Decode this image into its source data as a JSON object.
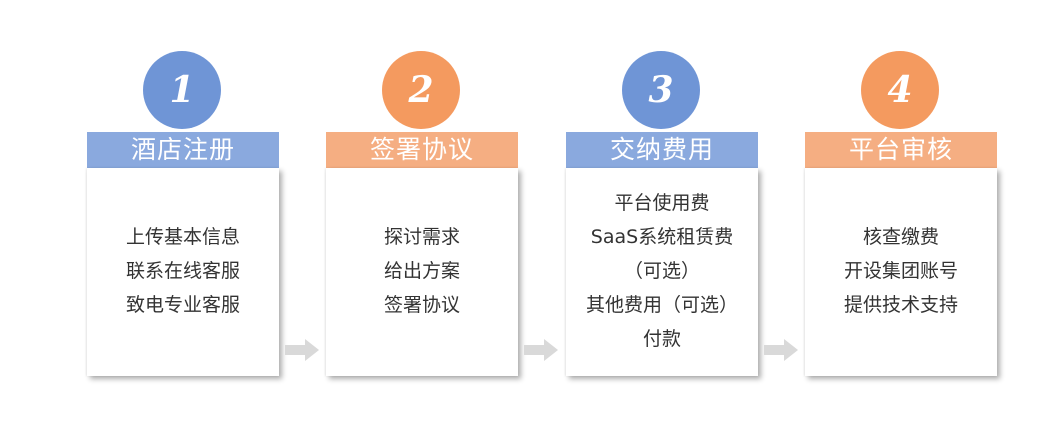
{
  "colors": {
    "blue_circle": "#6f95d6",
    "blue_header": "#8aa9de",
    "orange_circle": "#f49a5f",
    "orange_header": "#f5ae82",
    "arrow": "#d9d9d9"
  },
  "steps": [
    {
      "number": "1",
      "title": "酒店注册",
      "color": "blue",
      "lines": [
        "上传基本信息",
        "联系在线客服",
        "致电专业客服"
      ]
    },
    {
      "number": "2",
      "title": "签署协议",
      "color": "orange",
      "lines": [
        "探讨需求",
        "给出方案",
        "签署协议"
      ]
    },
    {
      "number": "3",
      "title": "交纳费用",
      "color": "blue",
      "lines": [
        "平台使用费",
        "SaaS系统租赁费",
        "（可选）",
        "其他费用（可选）",
        "付款"
      ]
    },
    {
      "number": "4",
      "title": "平台审核",
      "color": "orange",
      "lines": [
        "核查缴费",
        "开设集团账号",
        "提供技术支持"
      ]
    }
  ]
}
